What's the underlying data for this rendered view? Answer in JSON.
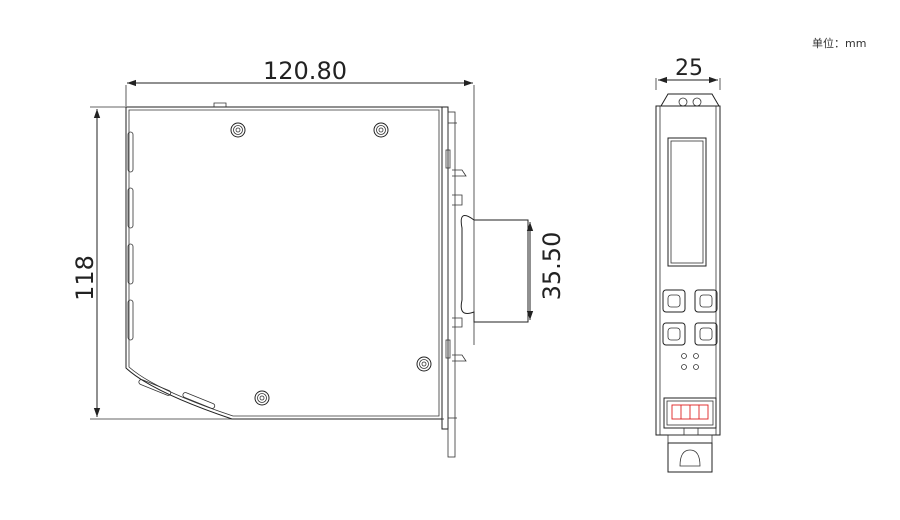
{
  "unit_label": "单位：mm",
  "dimensions": {
    "width": "120.80",
    "height": "118",
    "rail": "35.50",
    "depth": "25"
  }
}
